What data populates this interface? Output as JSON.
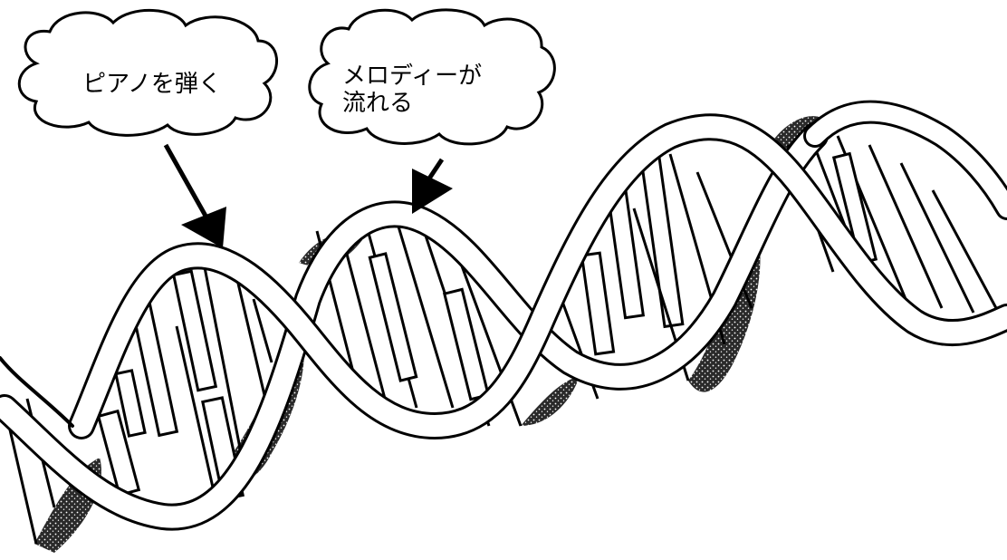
{
  "callouts": [
    {
      "id": "play-piano",
      "lines": [
        "ピアノを弾く"
      ]
    },
    {
      "id": "melody-flows",
      "lines": [
        "メロディーが",
        "流れる"
      ]
    }
  ],
  "colors": {
    "ink": "#000000",
    "paper": "#ffffff",
    "shade": "#3a3a3a"
  }
}
